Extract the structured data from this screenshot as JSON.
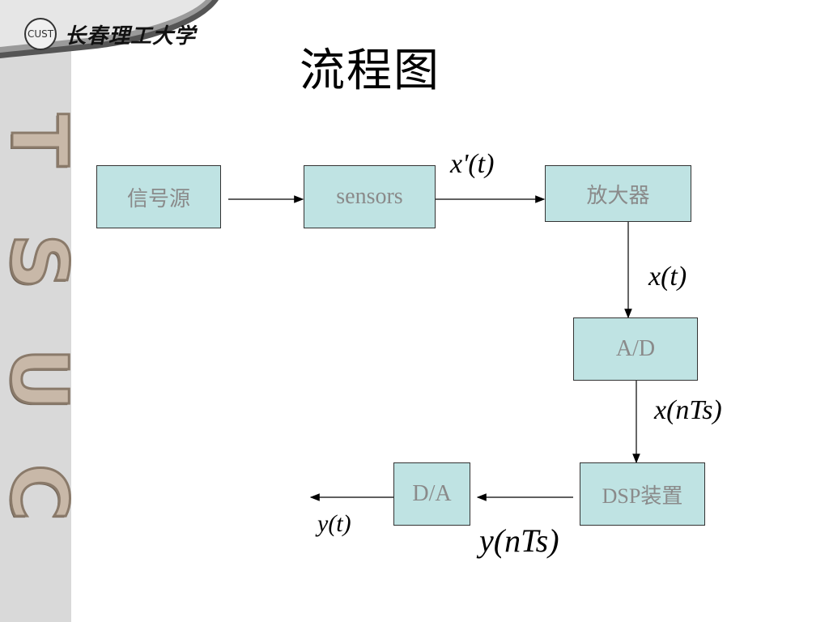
{
  "header": {
    "university_name": "长春理工大学",
    "logo_label": "CUST"
  },
  "sideband": {
    "letters": [
      "T",
      "S",
      "U",
      "C"
    ]
  },
  "title": "流程图",
  "blocks": {
    "source": "信号源",
    "sensors": "sensors",
    "amplifier": "放大器",
    "ad": "A/D",
    "dsp": "DSP装置",
    "da": "D/A"
  },
  "signals": {
    "x_prime_t": "x'(t)",
    "x_t": "x(t)",
    "x_nTs": "x(nTs)",
    "y_nTs": "y(nTs)",
    "y_t": "y(t)"
  },
  "colors": {
    "block_fill": "#bfe3e3",
    "block_text": "#8a8a8a",
    "side_band": "#d9d9d9"
  }
}
